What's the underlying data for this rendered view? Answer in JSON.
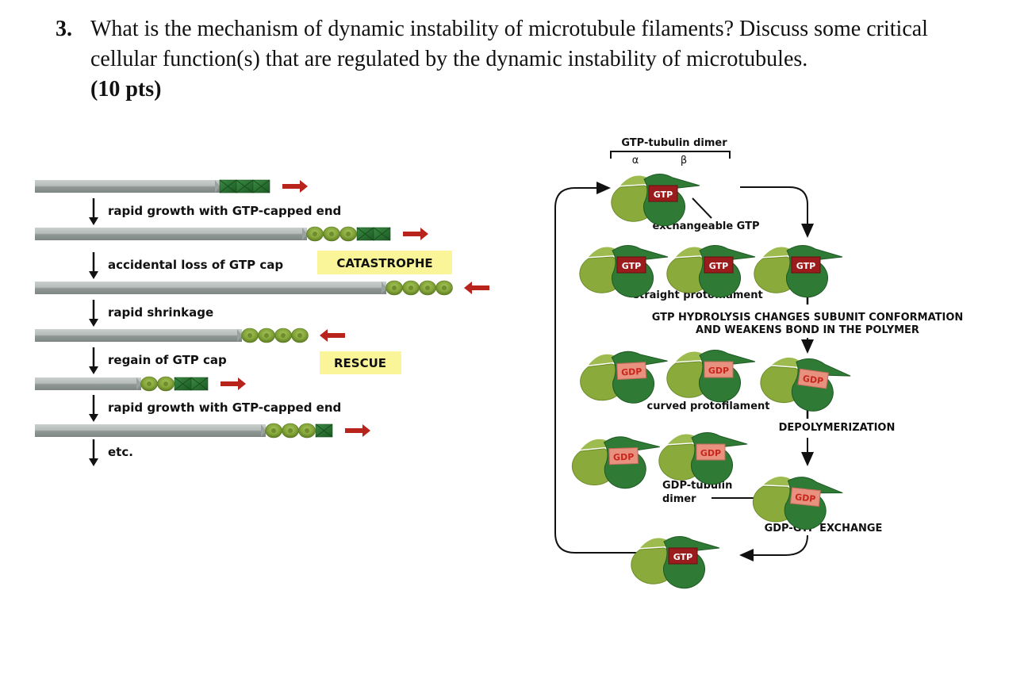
{
  "question": {
    "number": "3.",
    "text": "What is the mechanism of dynamic instability of microtubule filaments? Discuss some critical cellular function(s) that are regulated by the dynamic instability of microtubules.",
    "points": "(10 pts)"
  },
  "left_panel": {
    "steps": [
      {
        "label": "rapid growth with GTP-capped end"
      },
      {
        "label": "accidental loss of GTP cap"
      },
      {
        "label": "rapid shrinkage"
      },
      {
        "label": "regain of GTP cap"
      },
      {
        "label": "rapid growth with GTP-capped end"
      },
      {
        "label": "etc."
      }
    ],
    "badges": {
      "catastrophe": "CATASTROPHE",
      "rescue": "RESCUE"
    },
    "filaments": [
      {
        "gdp_beads": 0,
        "gtp_blocks": 3,
        "direction": "grow"
      },
      {
        "gdp_beads": 3,
        "gtp_blocks": 2,
        "direction": "grow"
      },
      {
        "gdp_beads": 4,
        "gtp_blocks": 0,
        "direction": "shrink"
      },
      {
        "gdp_beads": 4,
        "gtp_blocks": 0,
        "direction": "shrink"
      },
      {
        "gdp_beads": 2,
        "gtp_blocks": 2,
        "direction": "grow"
      },
      {
        "gdp_beads": 3,
        "gtp_blocks": 1,
        "direction": "grow"
      }
    ]
  },
  "right_panel": {
    "dimer_title": "GTP-tubulin dimer",
    "alpha": "α",
    "beta": "β",
    "gtp": "GTP",
    "gdp": "GDP",
    "exchangeable_gtp": "exchangeable GTP",
    "straight_protofilament": "straight protofilament",
    "hydrolysis_line1": "GTP HYDROLYSIS CHANGES SUBUNIT CONFORMATION",
    "hydrolysis_line2": "AND WEAKENS BOND IN THE POLYMER",
    "curved_protofilament": "curved protofilament",
    "depolymerization": "DEPOLYMERIZATION",
    "gdp_dimer_line1": "GDP-tubulin",
    "gdp_dimer_line2": "dimer",
    "exchange": "GDP-GTP EXCHANGE"
  },
  "colors": {
    "alpha_green": "#8aab3c",
    "beta_green": "#2f7a35",
    "gtp_red": "#9b1c1c",
    "gdp_pink": "#e8917f",
    "arrow_red": "#b8231c",
    "badge_yellow": "#fbf59a",
    "filament_gray": "#a9b0ad"
  }
}
